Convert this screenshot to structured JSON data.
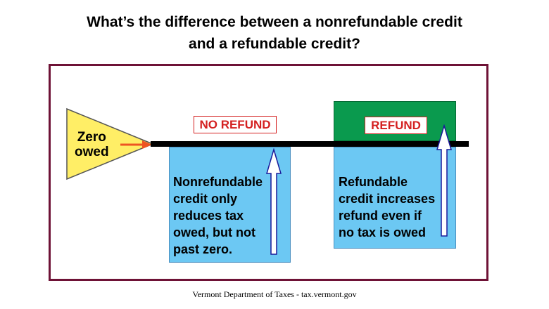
{
  "title": {
    "line1": "What’s the difference between a nonrefundable credit",
    "line2": "and a refundable credit?"
  },
  "zero": {
    "line1": "Zero",
    "line2": "owed"
  },
  "labels": {
    "no_refund": "NO REFUND",
    "refund": "REFUND"
  },
  "nonrefundable": {
    "lines": [
      "Nonrefundable",
      "credit only",
      "reduces tax",
      "owed, but not",
      "past zero."
    ]
  },
  "refundable": {
    "lines": [
      "Refundable",
      "credit increases",
      "refund even if",
      "no tax is owed"
    ]
  },
  "footer": "Vermont Department of Taxes - tax.vermont.gov",
  "colors": {
    "frame": "#6e1236",
    "blue_box": "#6cc8f3",
    "green_box": "#0a9a4e",
    "label_red": "#d42020",
    "triangle_yellow": "#ffee66",
    "pointer_orange": "#ee5522"
  }
}
